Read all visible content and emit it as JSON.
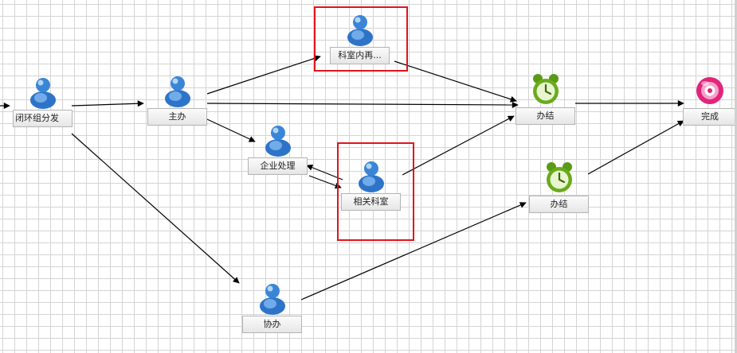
{
  "nodes": {
    "start": {
      "label": "闭环组分发",
      "icon": "person-icon"
    },
    "main": {
      "label": "主办",
      "icon": "person-icon"
    },
    "dept": {
      "label": "科室内再...",
      "icon": "person-icon"
    },
    "ent": {
      "label": "企业处理",
      "icon": "person-icon"
    },
    "related": {
      "label": "相关科室",
      "icon": "person-icon"
    },
    "assist": {
      "label": "协办",
      "icon": "person-icon"
    },
    "done1": {
      "label": "办结",
      "icon": "clock-icon"
    },
    "done2": {
      "label": "办结",
      "icon": "clock-icon"
    },
    "finish": {
      "label": "完成",
      "icon": "target-icon"
    }
  },
  "colors": {
    "person": "#3a86d6",
    "clock": "#6aaa1e",
    "target": "#e0257a",
    "highlight": "#e0141c",
    "edge": "#000000"
  }
}
